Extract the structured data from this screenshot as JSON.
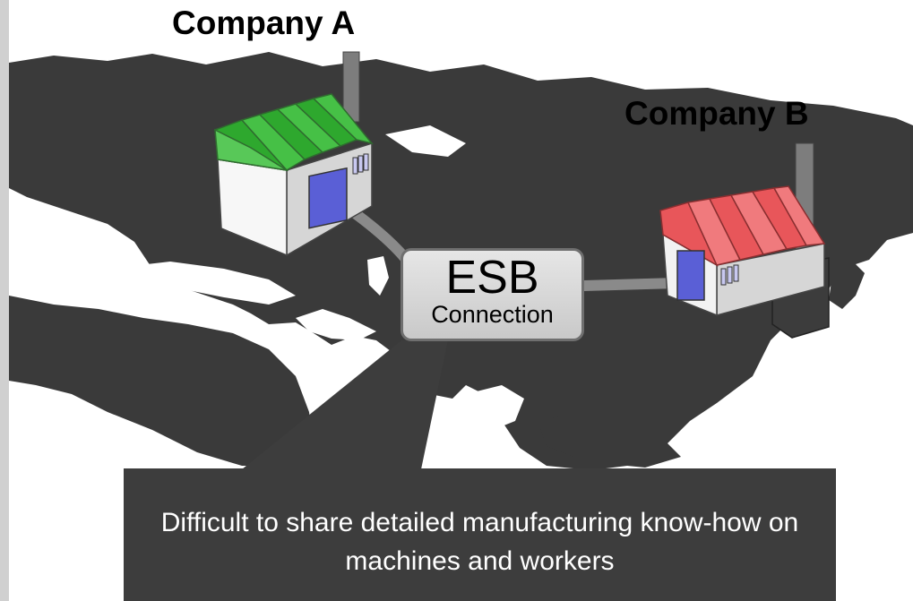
{
  "companies": {
    "a": {
      "label": "Company A",
      "roof_color": "#2ea82e"
    },
    "b": {
      "label": "Company B",
      "roof_color": "#e8565a"
    }
  },
  "esb": {
    "title": "ESB",
    "subtitle": "Connection"
  },
  "callout": {
    "text": "Difficult to share detailed manufacturing know-how on machines and workers"
  },
  "colors": {
    "land": "#3a3a3a",
    "wall": "#e4e4e4",
    "door": "#5a5fd6",
    "chimney": "#7d7d7d",
    "callout_bg": "#3d3d3d"
  }
}
